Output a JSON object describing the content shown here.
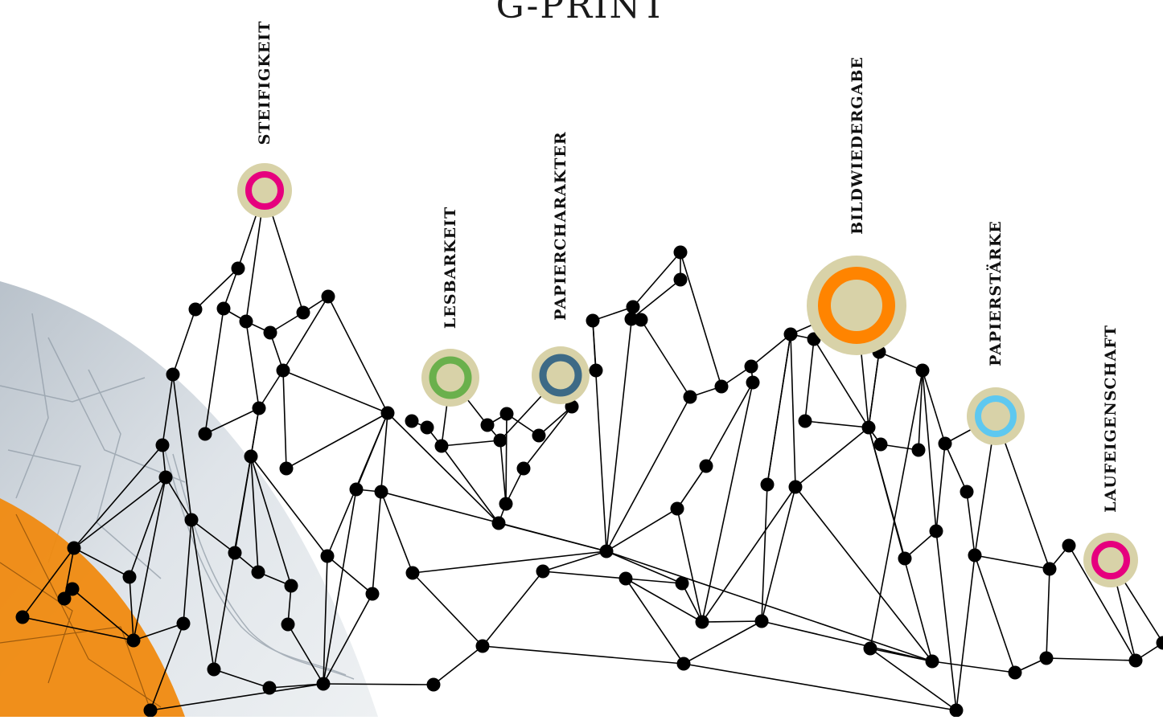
{
  "title": "G-PRINT",
  "properties": [
    {
      "label": "STEIFIGKEIT",
      "color": "#e6007e"
    },
    {
      "label": "LESBARKEIT",
      "color": "#6ab04c"
    },
    {
      "label": "PAPIERCHARAKTER",
      "color": "#3d6a86"
    },
    {
      "label": "BILDWIEDERGABE",
      "color": "#ff8400"
    },
    {
      "label": "PAPIERSTÄRKE",
      "color": "#5ec8f0"
    },
    {
      "label": "LAUFEIGENSCHAFT",
      "color": "#e6007e"
    }
  ],
  "colors": {
    "ring_base": "#d8d2a8",
    "node": "#000000",
    "edge": "#000000",
    "accent_orange": "#f08a10",
    "photo_grey": "#cfd6dd"
  }
}
